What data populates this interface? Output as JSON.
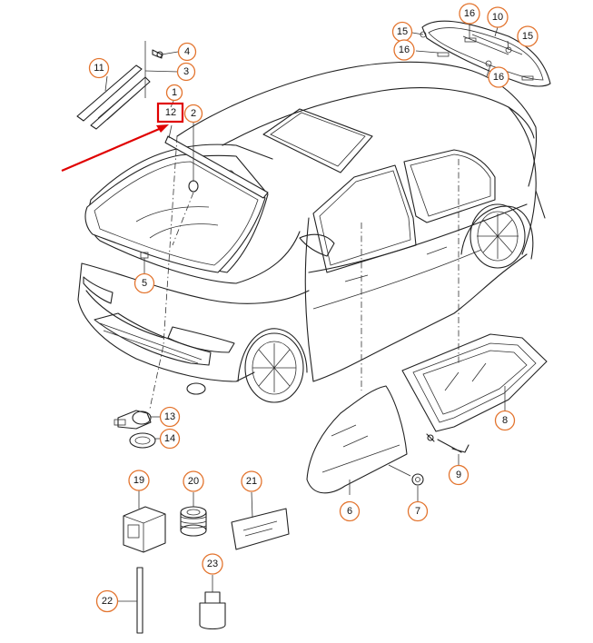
{
  "callouts": [
    {
      "id": "1",
      "label": "1"
    },
    {
      "id": "2",
      "label": "2"
    },
    {
      "id": "3",
      "label": "3"
    },
    {
      "id": "4",
      "label": "4"
    },
    {
      "id": "5",
      "label": "5"
    },
    {
      "id": "6",
      "label": "6"
    },
    {
      "id": "7",
      "label": "7"
    },
    {
      "id": "8",
      "label": "8"
    },
    {
      "id": "9",
      "label": "9"
    },
    {
      "id": "10",
      "label": "10"
    },
    {
      "id": "11",
      "label": "11"
    },
    {
      "id": "12",
      "label": "12"
    },
    {
      "id": "13",
      "label": "13"
    },
    {
      "id": "14",
      "label": "14"
    },
    {
      "id": "15a",
      "label": "15"
    },
    {
      "id": "15b",
      "label": "15"
    },
    {
      "id": "16a",
      "label": "16"
    },
    {
      "id": "16b",
      "label": "16"
    },
    {
      "id": "16c",
      "label": "16"
    },
    {
      "id": "19",
      "label": "19"
    },
    {
      "id": "20",
      "label": "20"
    },
    {
      "id": "21",
      "label": "21"
    },
    {
      "id": "22",
      "label": "22"
    },
    {
      "id": "23",
      "label": "23"
    }
  ],
  "highlight": {
    "part": "12",
    "color": "#e00000"
  },
  "colors": {
    "callout_ring": "#e3742e",
    "line": "#222222",
    "highlight": "#e00000"
  }
}
